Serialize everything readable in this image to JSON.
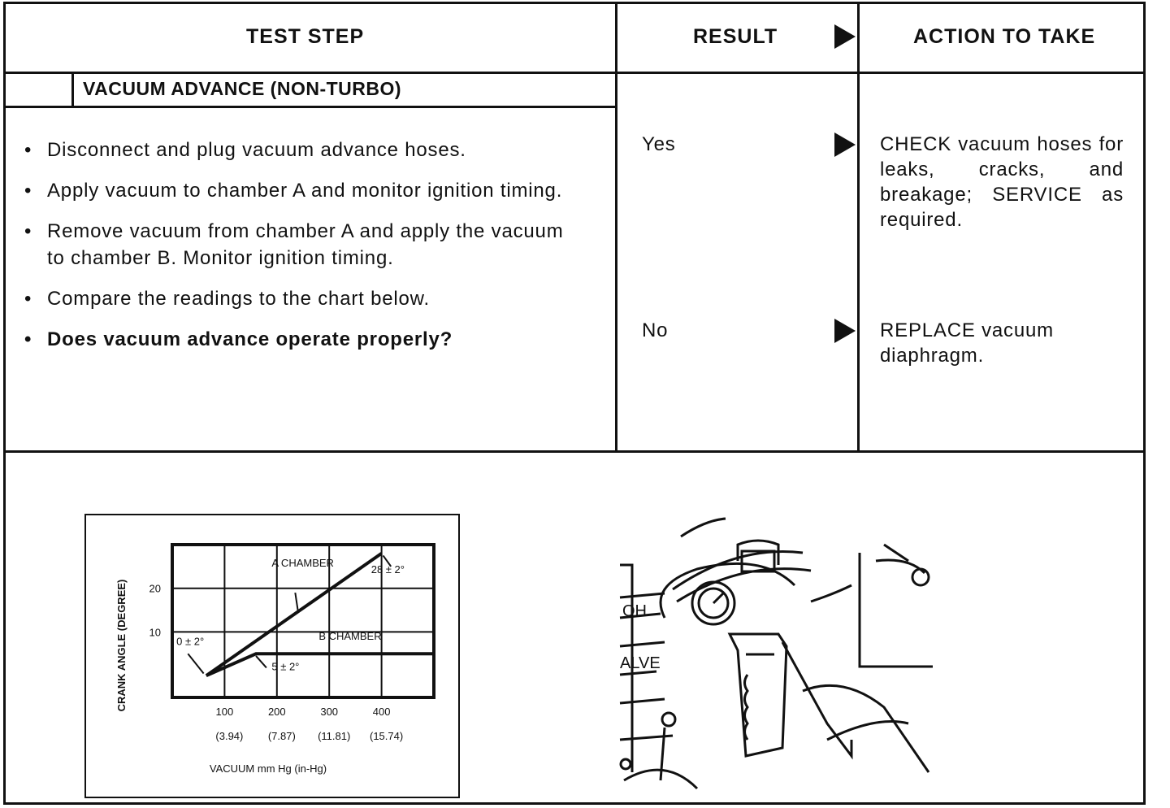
{
  "header": {
    "test_step": "TEST STEP",
    "result": "RESULT",
    "action": "ACTION TO TAKE"
  },
  "step_title": "VACUUM ADVANCE (NON-TURBO)",
  "steps": [
    "Disconnect and plug vacuum advance hoses.",
    "Apply vacuum to chamber A and monitor ignition timing.",
    "Remove vacuum from chamber A and apply the vacuum to chamber B. Monitor ignition timing.",
    "Compare the readings to the chart below.",
    "Does vacuum advance operate properly?"
  ],
  "results": [
    {
      "result": "Yes",
      "action": "CHECK vacuum hoses for leaks, cracks, and breakage; SERVICE as required."
    },
    {
      "result": "No",
      "action": "REPLACE vacuum diaphragm."
    }
  ],
  "chart_data": {
    "type": "line",
    "ylabel": "CRANK ANGLE (DEGREE)",
    "xlabel": "VACUUM mm Hg (in-Hg)",
    "x_ticks": [
      "100",
      "200",
      "300",
      "400"
    ],
    "x_ticks_secondary": [
      "(3.94)",
      "(7.87)",
      "(11.81)",
      "(15.74)"
    ],
    "y_ticks": [
      "20",
      "10"
    ],
    "xlim": [
      0,
      500
    ],
    "ylim": [
      -5,
      30
    ],
    "grid": true,
    "series": [
      {
        "name": "A CHAMBER",
        "x": [
          65,
          400
        ],
        "y": [
          0,
          28
        ]
      },
      {
        "name": "B CHAMBER",
        "x": [
          65,
          160,
          500
        ],
        "y": [
          0,
          5,
          5
        ]
      }
    ],
    "annotations": [
      "0 ± 2°",
      "5 ± 2°",
      "28 ± 2°"
    ]
  },
  "illustration": {
    "label_fragments": [
      "OH",
      "ALVE"
    ]
  }
}
